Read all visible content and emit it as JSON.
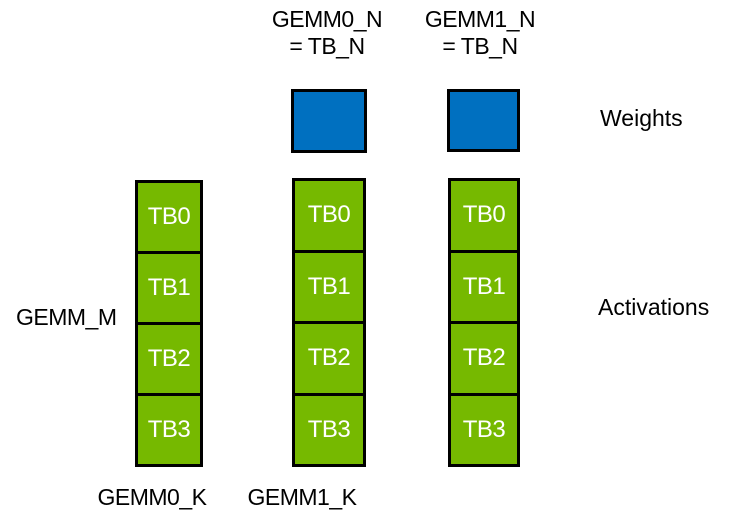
{
  "colors": {
    "weights": "#0070C0",
    "activations": "#76B900",
    "border": "#000000",
    "text": "#000000",
    "cell_text": "#FFFFFF",
    "background": "#FFFFFF"
  },
  "top_labels": [
    {
      "line1": "GEMM0_N",
      "line2": "= TB_N"
    },
    {
      "line1": "GEMM1_N",
      "line2": "= TB_N"
    }
  ],
  "right_labels": {
    "weights": "Weights",
    "activations": "Activations"
  },
  "left_label": "GEMM_M",
  "bottom_labels": [
    "GEMM0_K",
    "GEMM1_K"
  ],
  "columns": [
    {
      "cells": [
        "TB0",
        "TB1",
        "TB2",
        "TB3"
      ]
    },
    {
      "cells": [
        "TB0",
        "TB1",
        "TB2",
        "TB3"
      ]
    },
    {
      "cells": [
        "TB0",
        "TB1",
        "TB2",
        "TB3"
      ]
    }
  ]
}
